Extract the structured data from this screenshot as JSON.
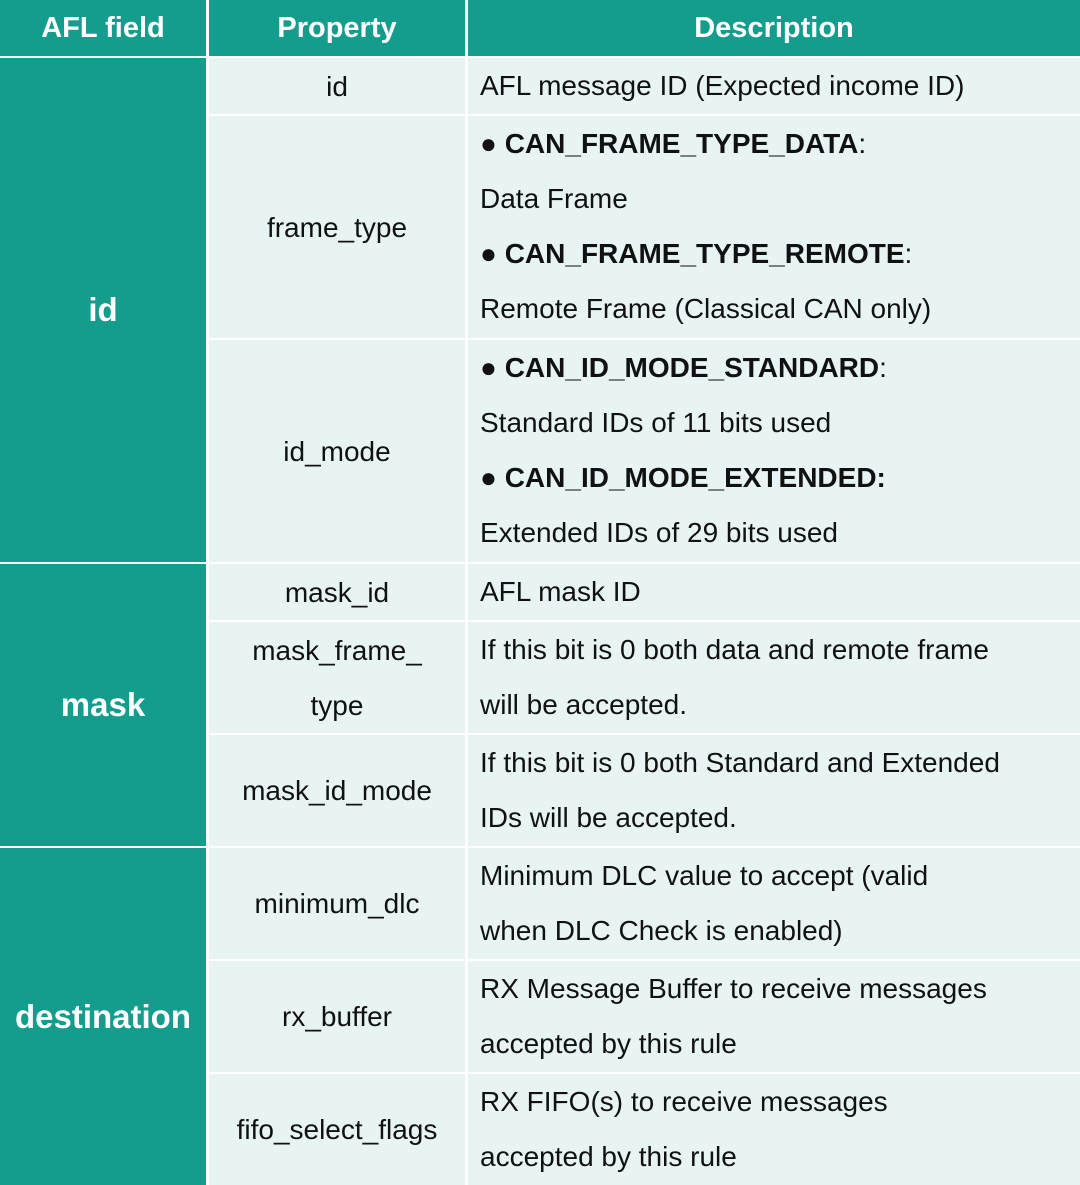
{
  "header": {
    "col1": "AFL field",
    "col2": "Property",
    "col3": "Description"
  },
  "groups": {
    "id": "id",
    "mask": "mask",
    "destination": "destination"
  },
  "rows": {
    "id": {
      "property": "id",
      "desc": "AFL message ID (Expected income ID)"
    },
    "frame_type": {
      "property": "frame_type",
      "opt1_name": "CAN_FRAME_TYPE_DATA",
      "opt1_desc": "Data Frame",
      "opt2_name": "CAN_FRAME_TYPE_REMOTE",
      "opt2_desc": "Remote Frame (Classical CAN only)"
    },
    "id_mode": {
      "property": "id_mode",
      "opt1_name": "CAN_ID_MODE_STANDARD",
      "opt1_desc": "Standard IDs of 11 bits used",
      "opt2_name": "CAN_ID_MODE_EXTENDED:",
      "opt2_desc": "Extended IDs of 29 bits used"
    },
    "mask_id": {
      "property": "mask_id",
      "desc": "AFL mask ID"
    },
    "mask_frame_type": {
      "property_line1": "mask_frame_",
      "property_line2": "type",
      "desc_line1": "If this bit is 0 both data and remote frame",
      "desc_line2": "will be accepted."
    },
    "mask_id_mode": {
      "property": "mask_id_mode",
      "desc_line1": "If this bit is 0 both Standard and Extended",
      "desc_line2": "IDs will be accepted."
    },
    "minimum_dlc": {
      "property": "minimum_dlc",
      "desc_line1": "Minimum DLC value to accept (valid",
      "desc_line2": "when DLC Check is enabled)"
    },
    "rx_buffer": {
      "property": "rx_buffer",
      "desc_line1": "RX Message Buffer to receive messages",
      "desc_line2": "accepted by this rule"
    },
    "fifo_select_flags": {
      "property": "fifo_select_flags",
      "desc_line1": "RX FIFO(s) to receive messages",
      "desc_line2": "accepted by this rule"
    }
  },
  "symbols": {
    "bullet": "●",
    "colon": ":"
  },
  "colors": {
    "header_bg": "#149c8c",
    "cell_bg": "#e8f4f3",
    "text": "#111111"
  }
}
